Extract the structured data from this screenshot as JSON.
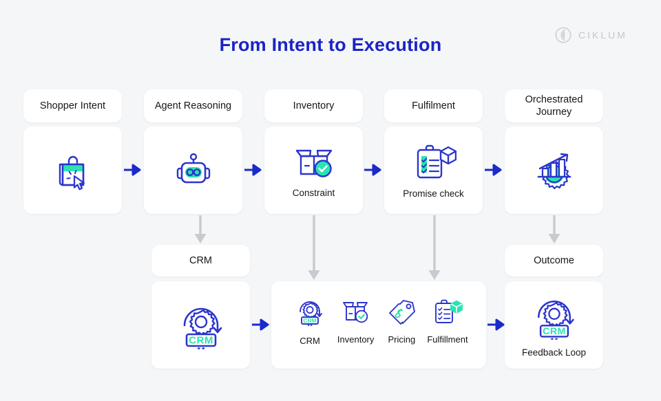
{
  "header": {
    "title": "From Intent to Execution",
    "logo_text": "CIKLUM",
    "logo_icon": "ciklum-c-mark-icon"
  },
  "colors": {
    "brand_blue": "#1a24c4",
    "icon_blue": "#2b35cc",
    "accent_teal": "#2ae3b0",
    "arrow_blue": "#1a2bc9",
    "arrow_gray": "#c9cace",
    "canvas": "#f5f6f8",
    "card": "#ffffff",
    "text": "#15161a",
    "logo_gray": "#c3c6cc"
  },
  "top_row": {
    "steps": [
      {
        "header": "Shopper Intent",
        "icon": "shopping-bag-cursor-icon",
        "caption": ""
      },
      {
        "header": "Agent Reasoning",
        "icon": "robot-head-icon",
        "caption": ""
      },
      {
        "header": "Inventory",
        "icon": "open-box-check-icon",
        "caption": "Constraint"
      },
      {
        "header": "Fulfilment",
        "icon": "clipboard-checklist-box-icon",
        "caption": "Promise check"
      },
      {
        "header": "Orchestrated Journey",
        "icon": "bar-chart-growth-gear-icon",
        "caption": ""
      }
    ]
  },
  "bottom_row": {
    "crm": {
      "header": "CRM",
      "icon": "crm-gear-loop-icon"
    },
    "systems": {
      "items": [
        {
          "label": "CRM",
          "icon": "crm-gear-small-icon"
        },
        {
          "label": "Inventory",
          "icon": "box-check-small-icon"
        },
        {
          "label": "Pricing",
          "icon": "price-tags-dollar-icon"
        },
        {
          "label": "Fulfillment",
          "icon": "clipboard-box-small-icon"
        }
      ]
    },
    "outcome": {
      "header": "Outcome",
      "icon": "crm-gear-loop-icon",
      "caption": "Feedback Loop"
    }
  },
  "connectors": {
    "horizontal": [
      {
        "from": "shopper-intent",
        "to": "agent-reasoning",
        "color": "blue"
      },
      {
        "from": "agent-reasoning",
        "to": "inventory",
        "color": "blue"
      },
      {
        "from": "inventory",
        "to": "fulfilment",
        "color": "blue"
      },
      {
        "from": "fulfilment",
        "to": "orchestrated-journey",
        "color": "blue"
      },
      {
        "from": "crm",
        "to": "systems",
        "color": "blue"
      },
      {
        "from": "systems",
        "to": "outcome",
        "color": "blue"
      }
    ],
    "vertical": [
      {
        "from": "agent-reasoning",
        "to": "crm",
        "color": "gray"
      },
      {
        "from": "inventory",
        "to": "systems",
        "color": "gray"
      },
      {
        "from": "fulfilment",
        "to": "systems",
        "color": "gray"
      },
      {
        "from": "orchestrated-journey",
        "to": "outcome",
        "color": "gray"
      }
    ]
  }
}
